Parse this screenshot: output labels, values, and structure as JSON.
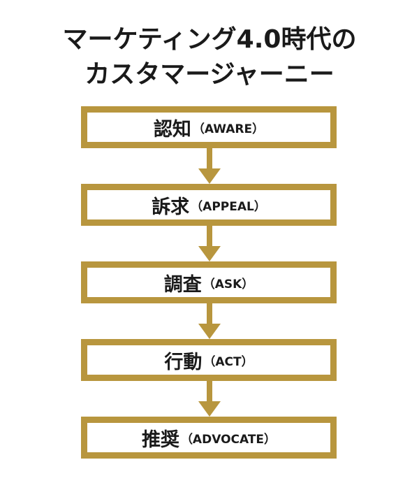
{
  "title": {
    "line1": "マーケティング4.0時代の",
    "line2": "カスタマージャーニー"
  },
  "steps": [
    {
      "kanji": "認知",
      "en": "（AWARE）"
    },
    {
      "kanji": "訴求",
      "en": "（APPEAL）"
    },
    {
      "kanji": "調査",
      "en": "（ASK）"
    },
    {
      "kanji": "行動",
      "en": "（ACT）"
    },
    {
      "kanji": "推奨",
      "en": "（ADVOCATE）"
    }
  ],
  "colors": {
    "box_border": "#b8963e",
    "arrow": "#b8963e",
    "text": "#1a1a1a"
  }
}
